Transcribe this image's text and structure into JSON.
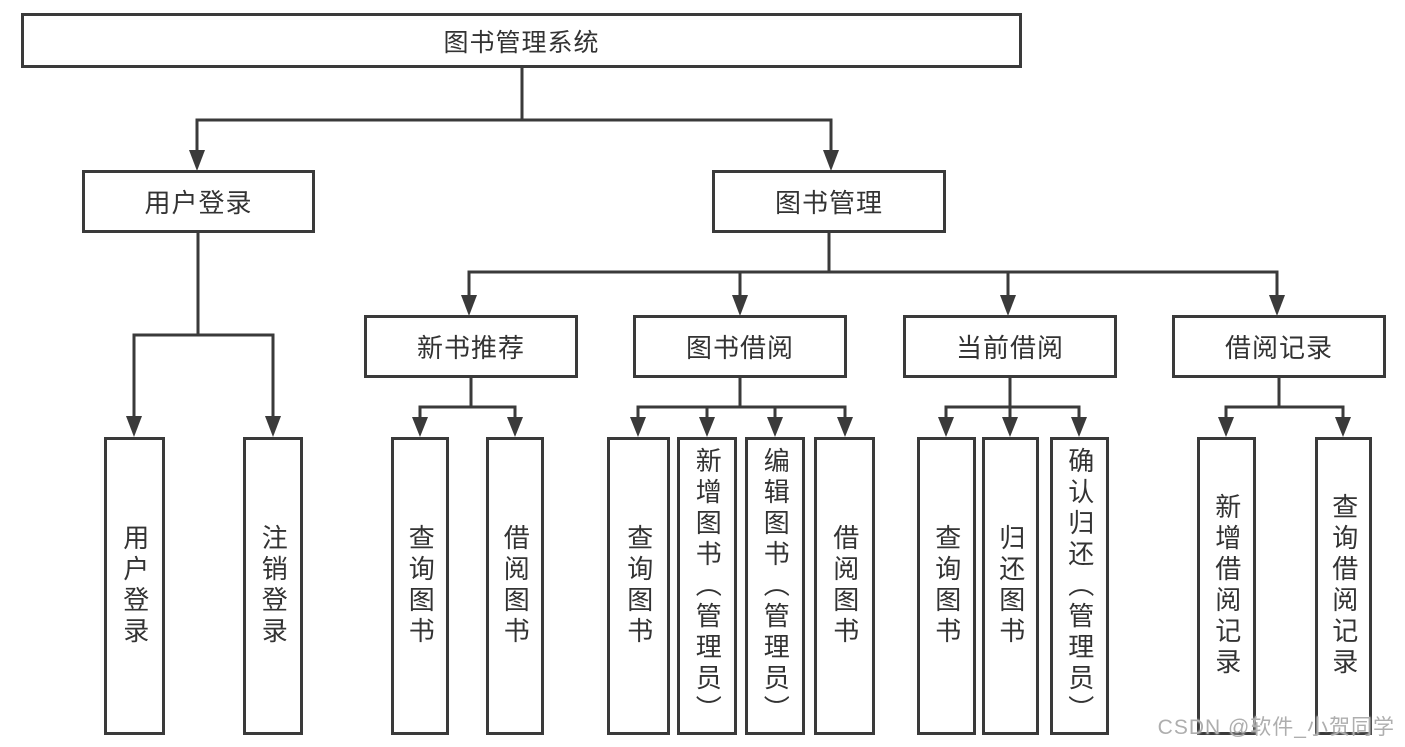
{
  "diagram": {
    "title": "图书管理系统",
    "level2": [
      {
        "label": "用户登录"
      },
      {
        "label": "图书管理"
      }
    ],
    "level3": [
      {
        "label": "新书推荐"
      },
      {
        "label": "图书借阅"
      },
      {
        "label": "当前借阅"
      },
      {
        "label": "借阅记录"
      }
    ],
    "leaves": {
      "user_login": [
        {
          "label": "用户登录"
        },
        {
          "label": "注销登录"
        }
      ],
      "new_book": [
        {
          "label": "查询图书"
        },
        {
          "label": "借阅图书"
        }
      ],
      "book_borrow": [
        {
          "label": "查询图书"
        },
        {
          "label": "新增图书（管理员）"
        },
        {
          "label": "编辑图书（管理员）"
        },
        {
          "label": "借阅图书"
        }
      ],
      "current_borrow": [
        {
          "label": "查询图书"
        },
        {
          "label": "归还图书"
        },
        {
          "label": "确认归还（管理员）"
        }
      ],
      "borrow_record": [
        {
          "label": "新增借阅记录"
        },
        {
          "label": "查询借阅记录"
        }
      ]
    }
  },
  "watermark": {
    "text": "CSDN @软件_小贺同学"
  },
  "colors": {
    "line": "#3a3a3a",
    "text": "#333333",
    "watermark": "#aeaeae",
    "background": "#ffffff"
  }
}
